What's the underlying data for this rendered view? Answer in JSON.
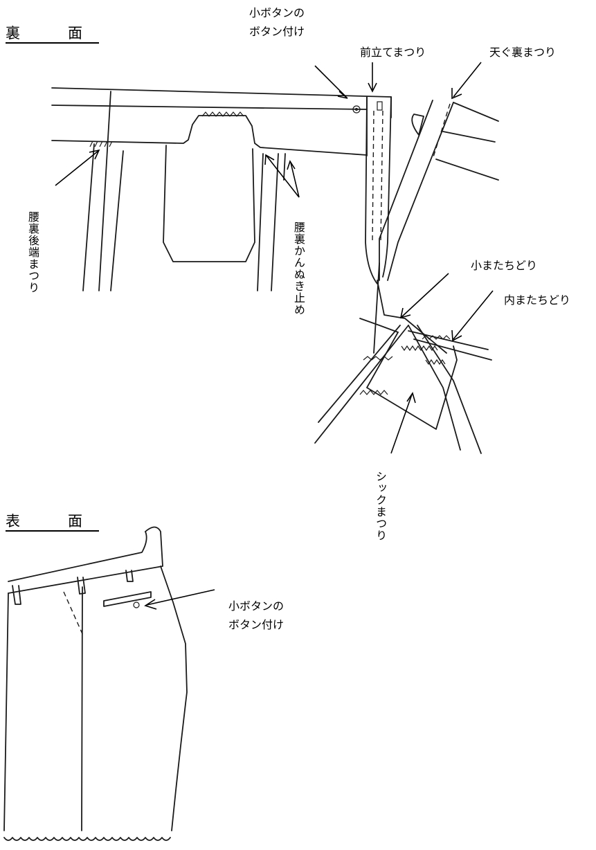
{
  "headings": {
    "back_side": "裏　面",
    "front_side": "表　面"
  },
  "labels": {
    "small_button_top": "小ボタンの\nボタン付け",
    "front_fly_hem": "前立てまつり",
    "crotch_lining_hem": "天ぐ裏まつり",
    "waist_lining_back_end": "腰裏後端まつり",
    "waist_lining_bartack": "腰裏かんぬき止め",
    "small_crotch_stitch": "小またちどり",
    "inner_crotch_stitch": "内またちどり",
    "sick_hem": "シックまつり",
    "small_button_bottom": "小ボタンの\nボタン付け"
  }
}
